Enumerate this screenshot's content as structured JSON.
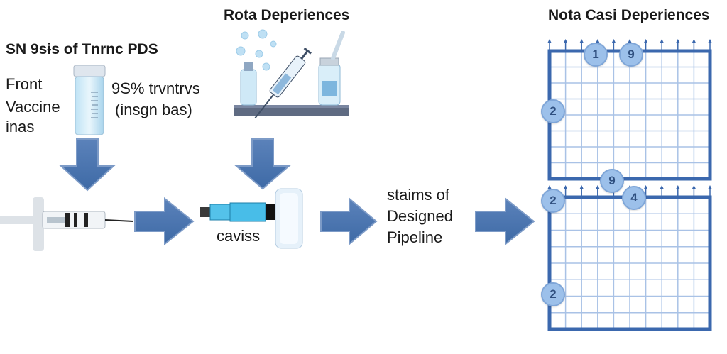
{
  "titles": {
    "left": "SN 9sɨs of Tnrnc PDS",
    "middle": "Rota Deperiences",
    "right": "Nota Casi Deperiences"
  },
  "labels": {
    "front_vaccine": [
      "Front",
      "Vaccine",
      "inas"
    ],
    "vial_note": [
      "9S% trvntrvs",
      "(insgn bas)"
    ],
    "caviss": "caviss",
    "designed_pipeline": [
      "staims of",
      "Designed",
      "Pipeline"
    ]
  },
  "badges": {
    "top_grid": [
      "1",
      "9",
      "2"
    ],
    "bottom_grid": [
      "9",
      "2",
      "4",
      "2"
    ]
  },
  "colors": {
    "arrow": "#4a72aa",
    "arrow_edge": "#7d9bc7",
    "grid": "#3b68ae",
    "grid_light": "#a9c2e6",
    "badge": "#9cc0ea"
  },
  "icons": [
    "vaccine-vial-icon",
    "syringe-icon",
    "lab-bench-icon",
    "arrow-icon"
  ]
}
